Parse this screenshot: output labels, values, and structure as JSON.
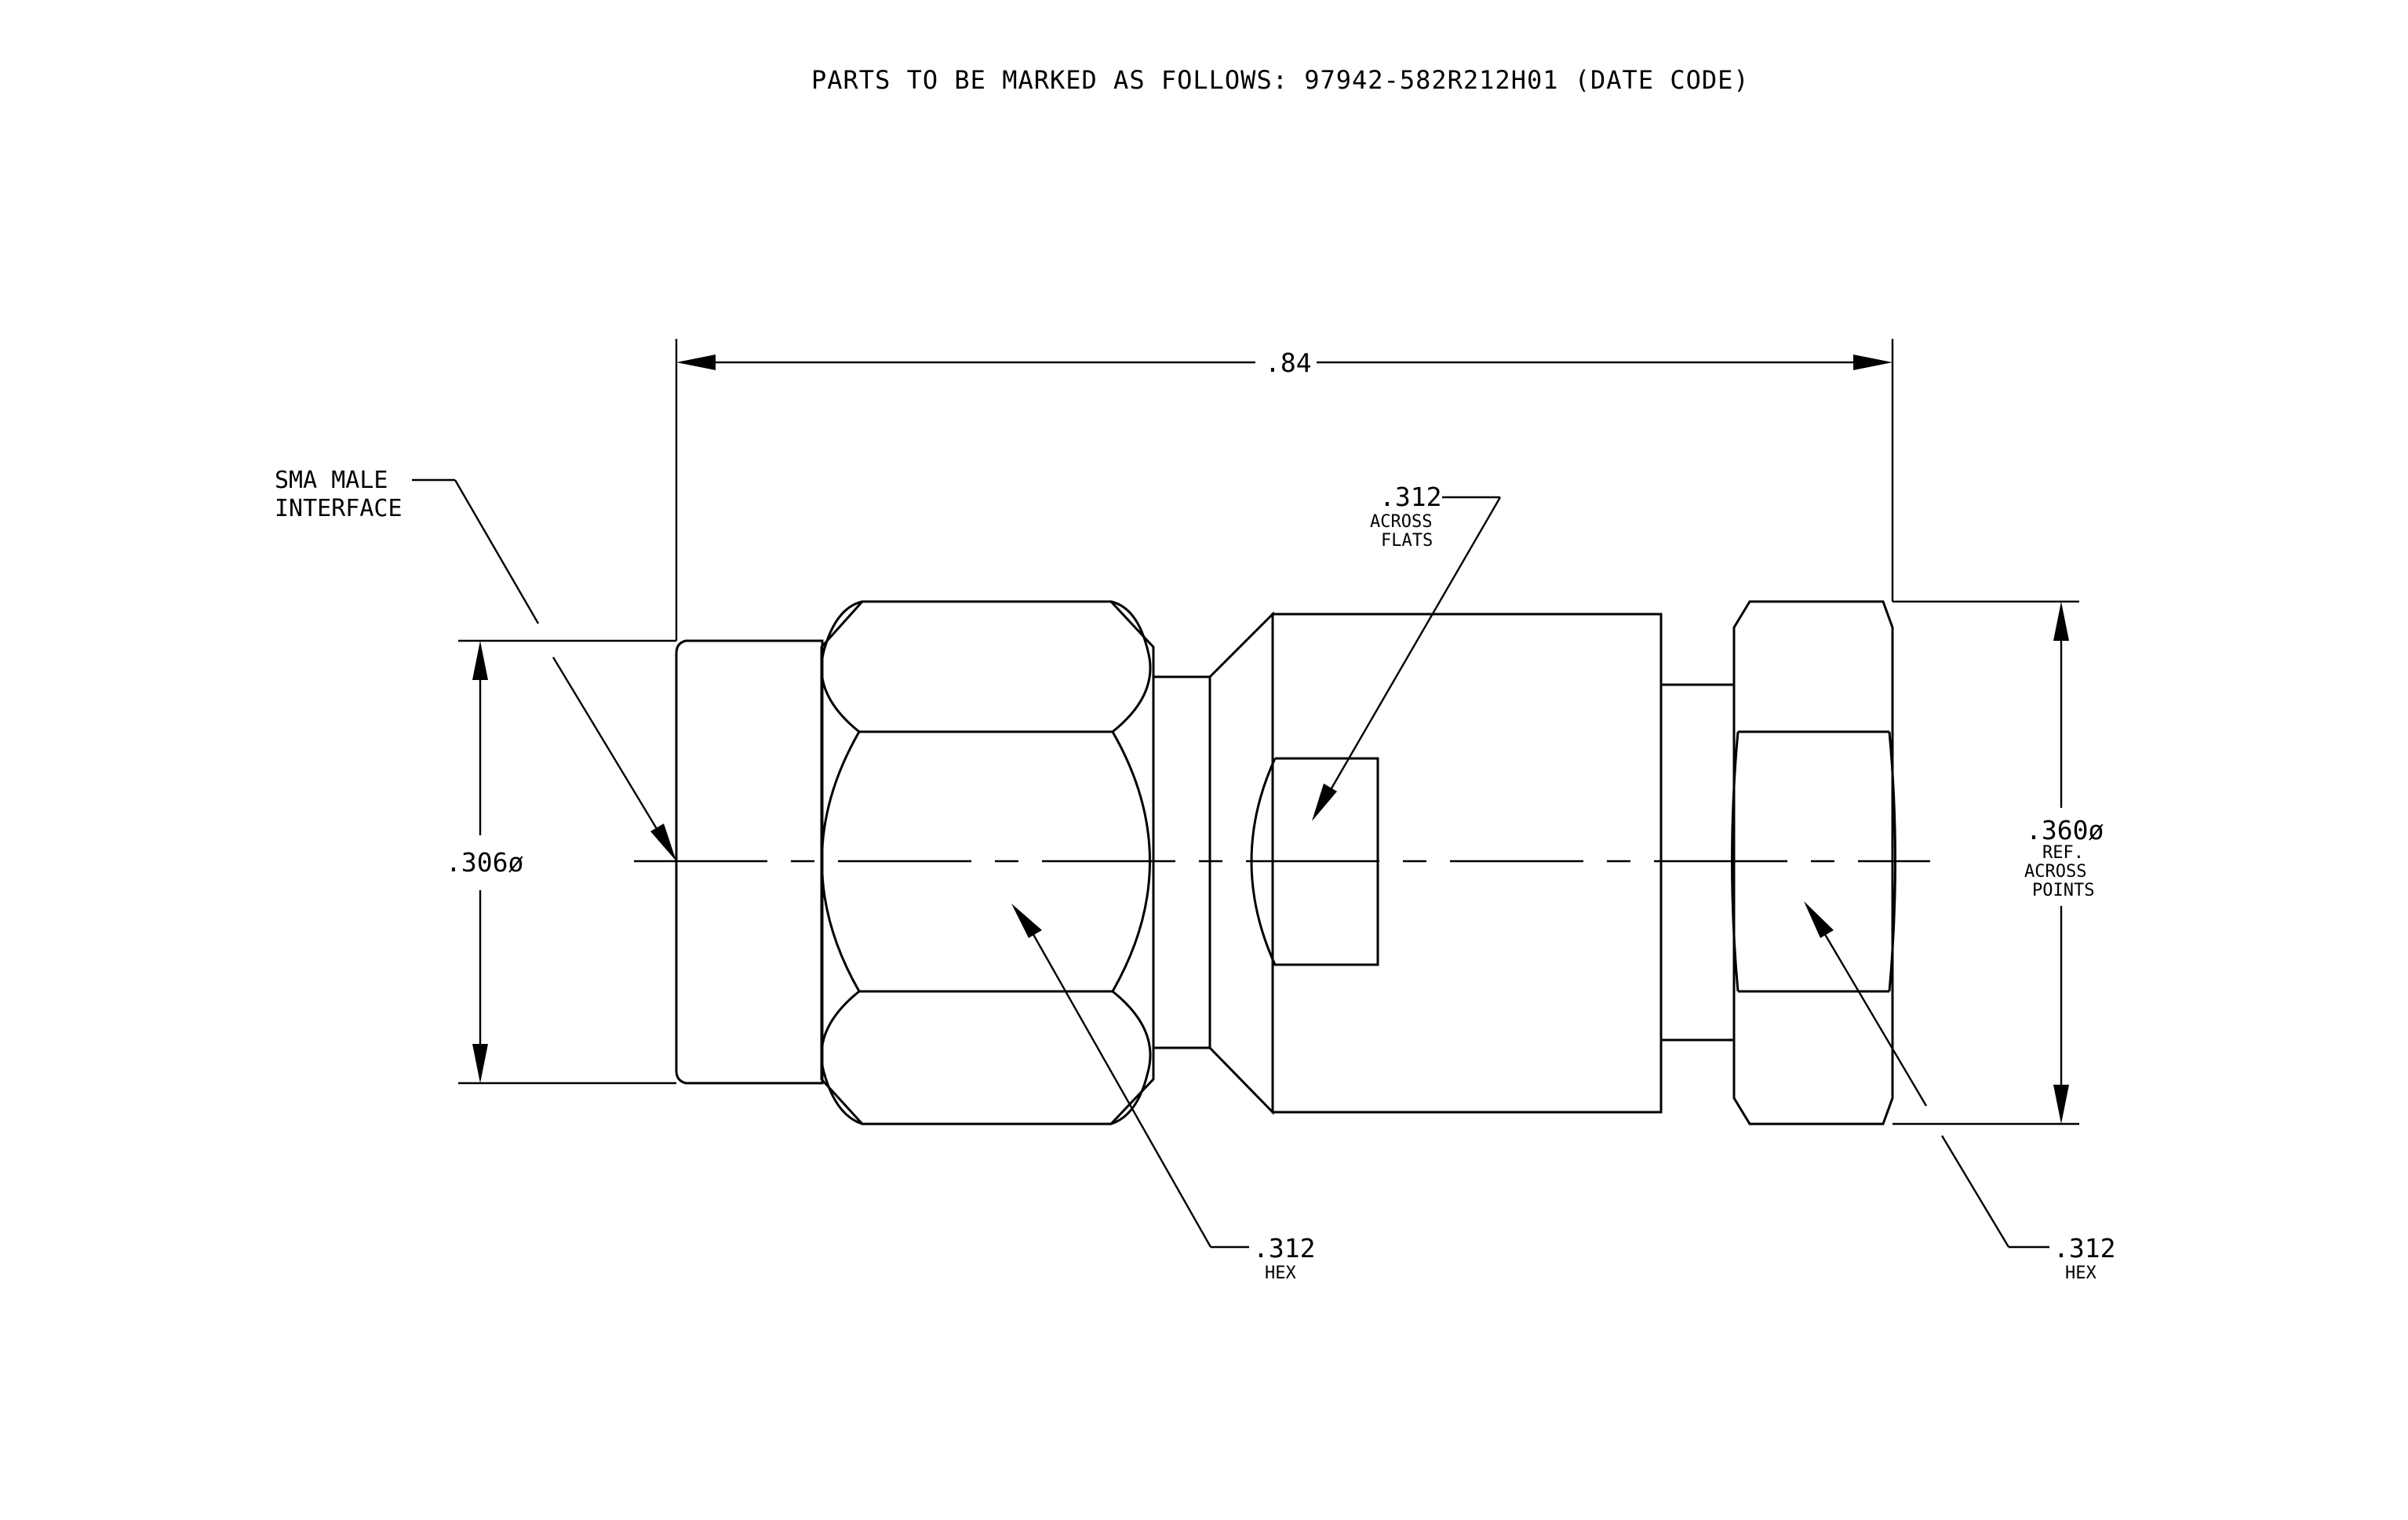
{
  "title": "PARTS TO BE MARKED AS FOLLOWS: 97942-582R212H01 (DATE CODE)",
  "dimensions": {
    "overall_length": ".84",
    "body_diameter": ".306ø",
    "across_points": {
      "value": ".360ø",
      "line1": "REF.",
      "line2": "ACROSS",
      "line3": "POINTS"
    },
    "flats": {
      "value": ".312",
      "line1": "ACROSS",
      "line2": "FLATS"
    },
    "hex_left": {
      "value": ".312",
      "line1": "HEX"
    },
    "hex_right": {
      "value": ".312",
      "line1": "HEX"
    }
  },
  "callouts": {
    "sma_line1": "SMA MALE",
    "sma_line2": "INTERFACE"
  }
}
